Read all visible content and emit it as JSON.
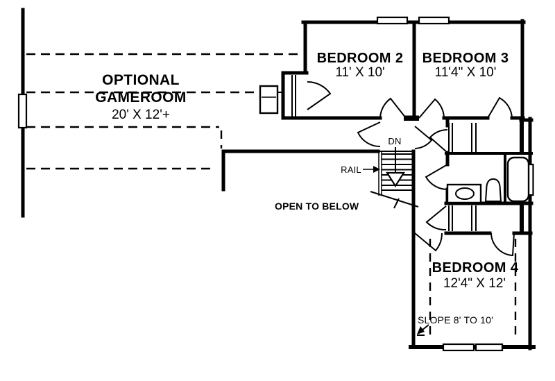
{
  "plan": {
    "colors": {
      "ink": "#000000",
      "paper": "#ffffff"
    },
    "gameroom": {
      "line1": "OPTIONAL",
      "line2": "GAMEROOM",
      "dims": "20' X 12'+"
    },
    "bedroom2": {
      "name": "BEDROOM 2",
      "dims": "11' X 10'"
    },
    "bedroom3": {
      "name": "BEDROOM 3",
      "dims": "11'4\" X 10'"
    },
    "bedroom4": {
      "name": "BEDROOM 4",
      "dims": "12'4\" X 12'"
    },
    "stairs": {
      "direction": "DN",
      "rail": "RAIL"
    },
    "open_to_below": "OPEN TO BELOW",
    "slope_note": "SLOPE 8' TO 10'"
  }
}
